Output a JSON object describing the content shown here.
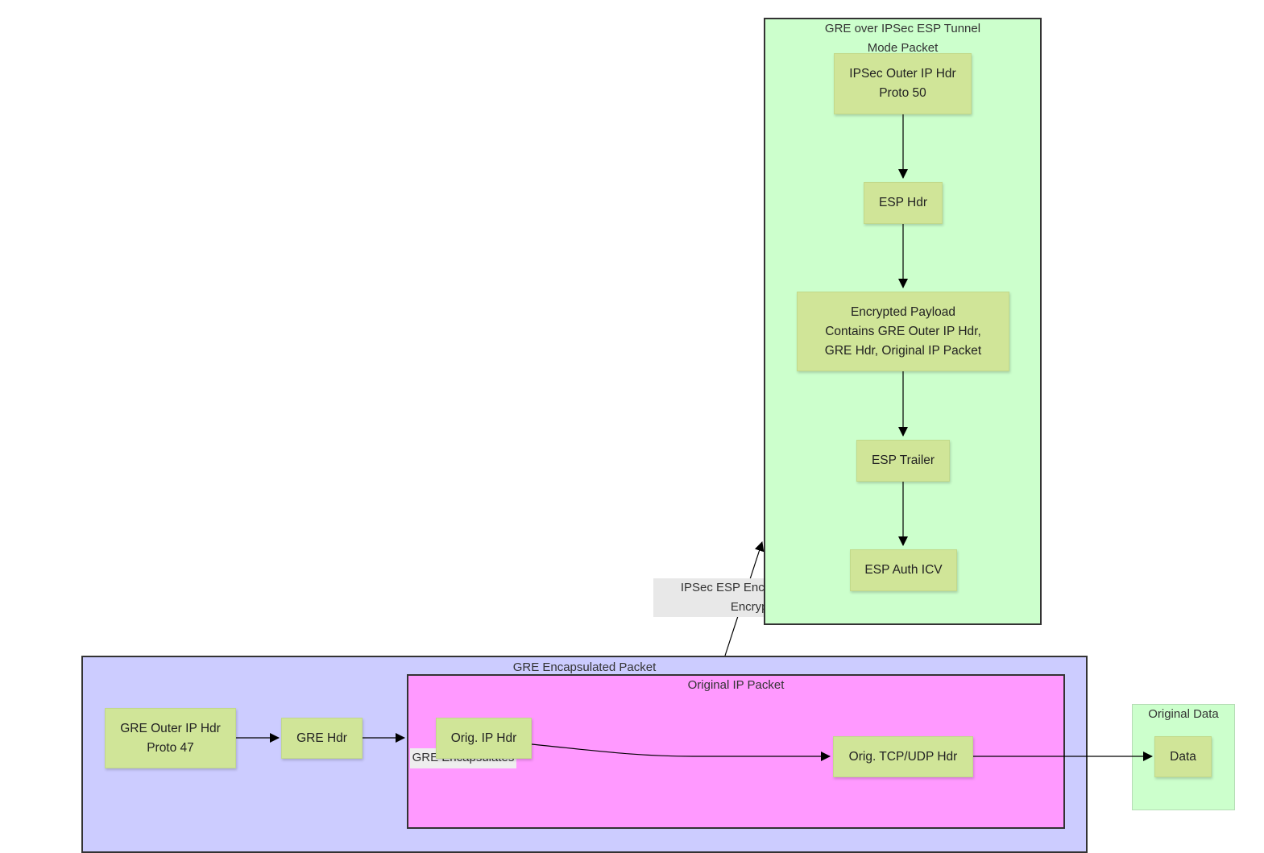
{
  "groups": {
    "gre_packet": {
      "title": "GRE Encapsulated Packet"
    },
    "orig_ip_packet": {
      "title": "Original IP Packet"
    },
    "ipsec_packet": {
      "title_line1": "GRE over IPSec ESP Tunnel",
      "title_line2": "Mode Packet"
    },
    "orig_data": {
      "title": "Original Data"
    }
  },
  "nodes": {
    "gre_outer": {
      "line1": "GRE Outer IP Hdr",
      "line2": "Proto 47"
    },
    "gre_hdr": {
      "label": "GRE Hdr"
    },
    "orig_ip_hdr": {
      "label": "Orig. IP Hdr"
    },
    "orig_tcp": {
      "label": "Orig. TCP/UDP Hdr"
    },
    "data": {
      "label": "Data"
    },
    "ipsec_outer": {
      "line1": "IPSec Outer IP Hdr",
      "line2": "Proto 50"
    },
    "esp_hdr": {
      "label": "ESP Hdr"
    },
    "enc_payload": {
      "line1": "Encrypted Payload",
      "line2": "Contains GRE Outer IP Hdr,",
      "line3": "GRE Hdr, Original IP Packet"
    },
    "esp_trailer": {
      "label": "ESP Trailer"
    },
    "esp_auth": {
      "label": "ESP Auth ICV"
    }
  },
  "edge_labels": {
    "gre_encapsulates": "GRE Encapsulates",
    "ipsec_line1": "IPSec ESP Encapsulates &",
    "ipsec_line2": "Encrypts"
  },
  "colors": {
    "gre_group_fill": "#ccccff",
    "orig_ip_group_fill": "#ff99ff",
    "ipsec_group_fill": "#ccffcc",
    "orig_data_group_fill": "#ccffcc",
    "node_fill": "#d0e598",
    "group_border": "#333333"
  }
}
